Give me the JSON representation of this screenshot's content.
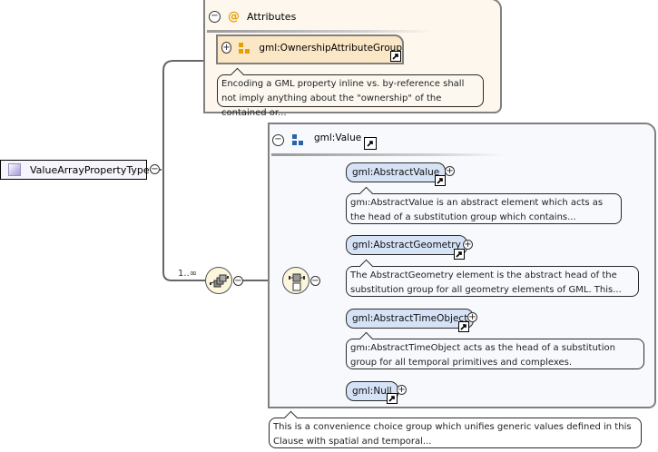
{
  "root": {
    "label": "ValueArrayPropertyType",
    "icon": "complex-type-icon"
  },
  "attributes": {
    "header": "Attributes",
    "toggle": "−",
    "icon": "at-icon",
    "icon_glyph": "@",
    "group": {
      "label": "gml:OwnershipAttributeGroup",
      "toggle": "+",
      "icon": "attribute-group-icon",
      "doc": "Encoding a GML property inline vs. by-reference shall not imply anything about the \"ownership\" of the contained or..."
    }
  },
  "sequence": {
    "cardinality": "1..∞",
    "toggle": "−",
    "icon": "sequence-compositor-icon"
  },
  "choice": {
    "toggle": "−",
    "icon": "choice-compositor-icon"
  },
  "value_group": {
    "label": "gml:Value",
    "toggle": "−",
    "icon": "group-icon",
    "doc": "This is a convenience choice group which unifies generic values defined in this Clause with spatial and temporal...",
    "elements": [
      {
        "label": "gml:AbstractValue",
        "toggle": "+",
        "doc": "gml:AbstractValue is an abstract element which acts as the head of a substitution group which contains..."
      },
      {
        "label": "gml:AbstractGeometry",
        "toggle": "+",
        "doc": "The AbstractGeometry element is the abstract head of the substitution group for all geometry elements of GML. This..."
      },
      {
        "label": "gml:AbstractTimeObject",
        "toggle": "+",
        "doc": "gml:AbstractTimeObject acts as the head of a substitution group for all temporal primitives and complexes."
      },
      {
        "label": "gml:Null",
        "toggle": "+",
        "doc": ""
      }
    ]
  },
  "colors": {
    "attributes_bg": "#fdf7ee",
    "attribute_group_bg": "#fbe7c6",
    "value_box_bg": "#f7f9fd",
    "element_bg": "#d6e3f6",
    "connector": "#666666",
    "group_icon_orange": "#e8a000",
    "group_icon_blue": "#2a64a8"
  }
}
